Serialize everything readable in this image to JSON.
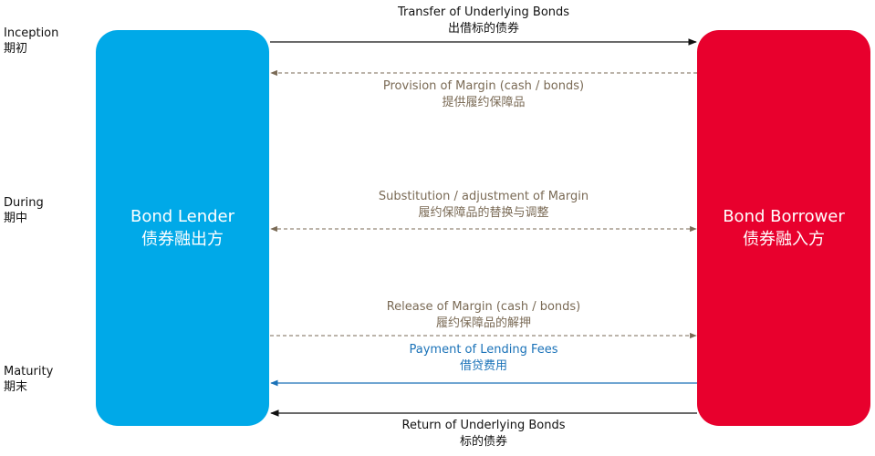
{
  "colors": {
    "lender": "#00a9e8",
    "borrower": "#e8002d",
    "solid_arrow": "#111111",
    "dashed_arrow": "#7a6a55",
    "fee_arrow": "#1a72b8",
    "fee_text": "#1a72b8",
    "margin_text": "#7a6a55",
    "bond_text": "#111111"
  },
  "phases": [
    {
      "en": "Inception",
      "zh": "期初"
    },
    {
      "en": "During",
      "zh": "期中"
    },
    {
      "en": "Maturity",
      "zh": "期末"
    }
  ],
  "lender": {
    "en": "Bond Lender",
    "zh": "债券融出方"
  },
  "borrower": {
    "en": "Bond Borrower",
    "zh": "债券融入方"
  },
  "flows": [
    {
      "en": "Transfer of Underlying Bonds",
      "zh": "出借标的债券",
      "direction": "to-borrower",
      "style": "solid"
    },
    {
      "en": "Provision of Margin (cash / bonds)",
      "zh": "提供履约保障品",
      "direction": "to-lender",
      "style": "dashed"
    },
    {
      "en": "Substitution / adjustment of Margin",
      "zh": "履约保障品的替换与调整",
      "direction": "both",
      "style": "dashed"
    },
    {
      "en": "Release of Margin (cash / bonds)",
      "zh": "履约保障品的解押",
      "direction": "to-borrower",
      "style": "dashed"
    },
    {
      "en": "Payment of Lending Fees",
      "zh": "借贷费用",
      "direction": "to-lender",
      "style": "solid-blue"
    },
    {
      "en": "Return of Underlying Bonds",
      "zh": "标的债券",
      "direction": "to-lender",
      "style": "solid"
    }
  ]
}
